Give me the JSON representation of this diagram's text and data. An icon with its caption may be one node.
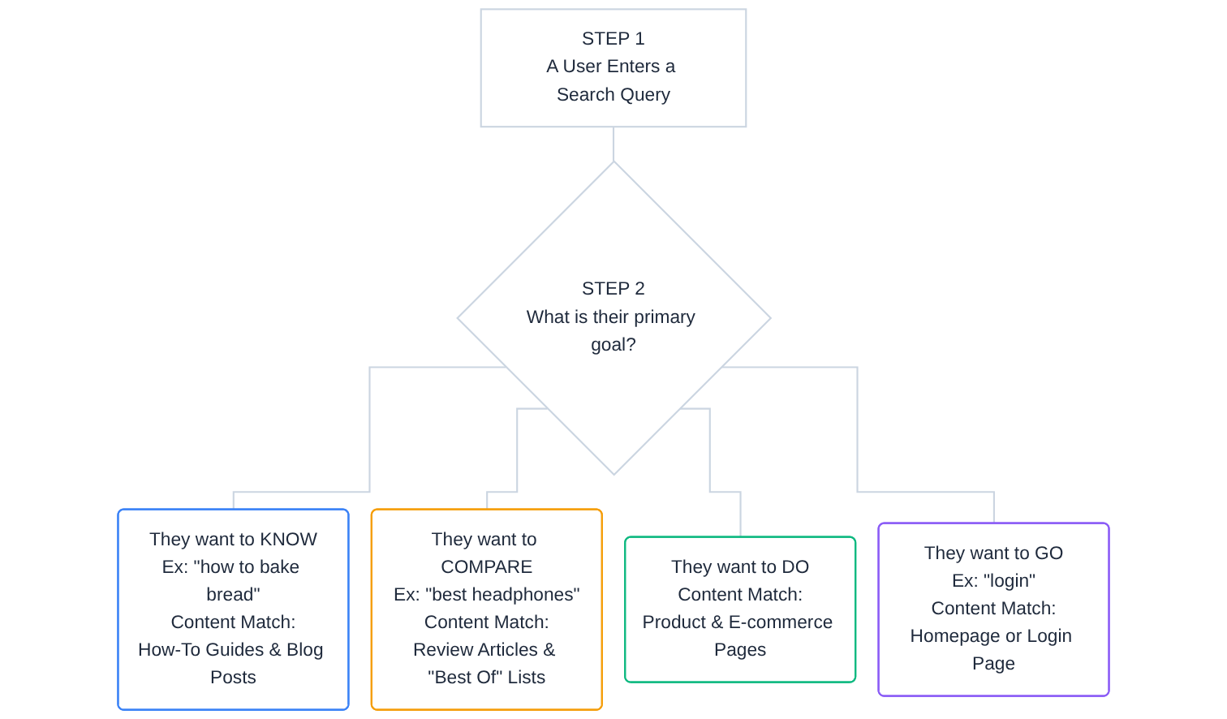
{
  "diagram": {
    "nodes": [
      {
        "text": [
          "STEP 1",
          "A User Enters a Search Query"
        ]
      },
      {
        "text": [
          "STEP 2",
          "What is their primary goal?"
        ]
      },
      {
        "text": [
          "They want to KNOW",
          "Ex: \"how to bake bread\"",
          "Content Match:",
          "How-To Guides & Blog Posts"
        ]
      },
      {
        "text": [
          "They want to COMPARE",
          "Ex: \"best headphones\"",
          "Content Match:",
          "Review Articles & \"Best Of\" Lists"
        ]
      },
      {
        "text": [
          "They want to DO",
          "Content Match:",
          "Product & E-commerce Pages"
        ]
      },
      {
        "text": [
          "They want to GO",
          "Ex: \"login\"",
          "Content Match:",
          "Homepage or Login Page"
        ]
      }
    ],
    "edges": [
      {
        "from": 0,
        "to": 1,
        "arrow": "none"
      },
      {
        "from": 1,
        "to": 2,
        "arrow": "none"
      },
      {
        "from": 1,
        "to": 3,
        "arrow": "none"
      },
      {
        "from": 1,
        "to": 4,
        "arrow": "none"
      },
      {
        "from": 1,
        "to": 5,
        "arrow": "none"
      }
    ]
  }
}
